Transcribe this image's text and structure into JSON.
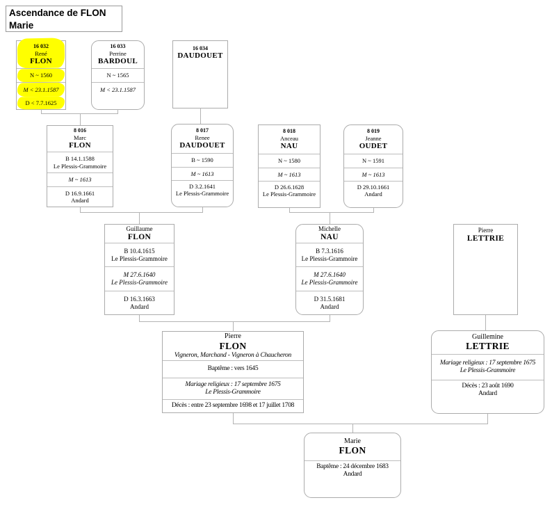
{
  "colors": {
    "highlight": "#ffff00",
    "box_border": "#ababab",
    "connector_line": "#b3b3b3",
    "text": "#000000"
  },
  "title": {
    "line1": "Ascendance de FLON",
    "line2": "Marie"
  },
  "persons": [
    {
      "number": "16 032",
      "given": "René",
      "surname": "FLON",
      "events": [
        [
          "N ~ 1560"
        ],
        [
          "M < 23.1.1587"
        ],
        [
          "D < 7.7.1625"
        ]
      ]
    },
    {
      "number": "16 033",
      "given": "Perrine",
      "surname": "BARDOUL",
      "events": [
        [
          "N ~ 1565"
        ],
        [
          "M < 23.1.1587"
        ]
      ]
    },
    {
      "number": "16 034",
      "given": "",
      "surname": "DAUDOUET",
      "events": []
    },
    {
      "number": "8 016",
      "given": "Marc",
      "surname": "FLON",
      "events": [
        [
          "B 14.1.1588",
          "Le Plessis-Grammoire"
        ],
        [
          "M ~ 1613"
        ],
        [
          "D 16.9.1661",
          "Andard"
        ]
      ]
    },
    {
      "number": "8 017",
      "given": "Renee",
      "surname": "DAUDOUET",
      "events": [
        [
          "B ~ 1590"
        ],
        [
          "M ~ 1613"
        ],
        [
          "D 3.2.1641",
          "Le Plessis-Grammoire"
        ]
      ]
    },
    {
      "number": "8 018",
      "given": "Anceau",
      "surname": "NAU",
      "events": [
        [
          "N ~ 1580"
        ],
        [
          "M ~ 1613"
        ],
        [
          "D 26.6.1628",
          "Le Plessis-Grammoire"
        ]
      ]
    },
    {
      "number": "8 019",
      "given": "Jeanne",
      "surname": "OUDET",
      "events": [
        [
          "N ~ 1591"
        ],
        [
          "M ~ 1613"
        ],
        [
          "D 29.10.1661",
          "Andard"
        ]
      ]
    },
    {
      "number": "",
      "given": "Guillaume",
      "surname": "FLON",
      "events": [
        [
          "B 10.4.1615",
          "Le Plessis-Grammoire"
        ],
        [
          "M 27.6.1640",
          "Le Plessis-Grammoire"
        ],
        [
          "D 16.3.1663",
          "Andard"
        ]
      ]
    },
    {
      "number": "",
      "given": "Michelle",
      "surname": "NAU",
      "events": [
        [
          "B 7.3.1616",
          "Le Plessis-Grammoire"
        ],
        [
          "M 27.6.1640",
          "Le Plessis-Grammoire"
        ],
        [
          "D 31.5.1681",
          "Andard"
        ]
      ]
    },
    {
      "number": "",
      "given": "Pierre",
      "surname": "LETTRIE",
      "events": []
    },
    {
      "number": "",
      "given": "Pierre",
      "surname": "FLON",
      "occupation": "Vigneron, Marchand - Vigneron à Chaucheron",
      "events": [
        [
          "Baptême : vers 1645"
        ],
        [
          "Mariage religieux : 17 septembre 1675",
          "Le Plessis-Grammoire"
        ],
        [
          "Décès : entre 23 septembre 1698 et 17 juillet 1708"
        ]
      ]
    },
    {
      "number": "",
      "given": "Guillemine",
      "surname": "LETTRIE",
      "events": [
        [
          "Mariage religieux : 17 septembre 1675",
          "Le Plessis-Grammoire"
        ],
        [
          "Décès : 23 août 1690",
          "Andard"
        ]
      ]
    },
    {
      "number": "",
      "given": "Marie",
      "surname": "FLON",
      "events": [
        [
          "Baptême : 24 décembre 1683",
          "Andard"
        ]
      ]
    }
  ]
}
